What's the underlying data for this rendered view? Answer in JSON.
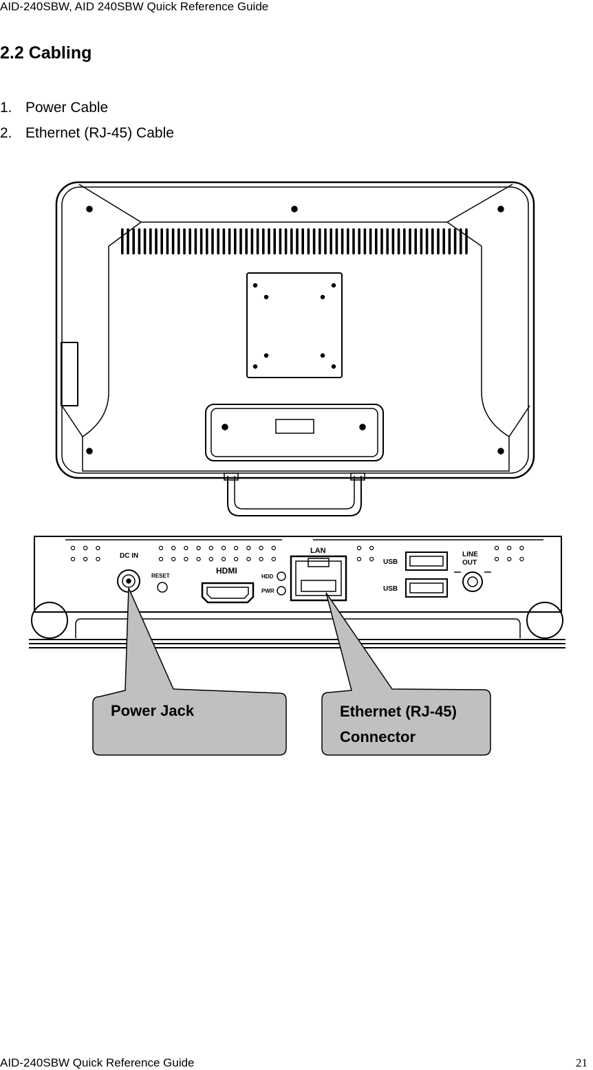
{
  "header": {
    "text": "AID-240SBW, AID 240SBW Quick Reference Guide"
  },
  "section": {
    "title": "2.2 Cabling"
  },
  "steps": [
    {
      "num": "1.",
      "text": "Power Cable"
    },
    {
      "num": "2.",
      "text": "Ethernet (RJ-45) Cable"
    }
  ],
  "figure": {
    "ports": {
      "dc_in": "DC IN",
      "reset": "RESET",
      "hdmi": "HDMI",
      "hdd": "HDD",
      "pwr": "PWR",
      "lan": "LAN",
      "usb1": "USB",
      "usb2": "USB",
      "line_out_1": "LINE",
      "line_out_2": "OUT"
    },
    "callouts": {
      "power_jack": "Power Jack",
      "ethernet_line1": "Ethernet (RJ-45)",
      "ethernet_line2": "Connector"
    }
  },
  "footer": {
    "left": "AID-240SBW Quick Reference Guide",
    "page": "21"
  }
}
